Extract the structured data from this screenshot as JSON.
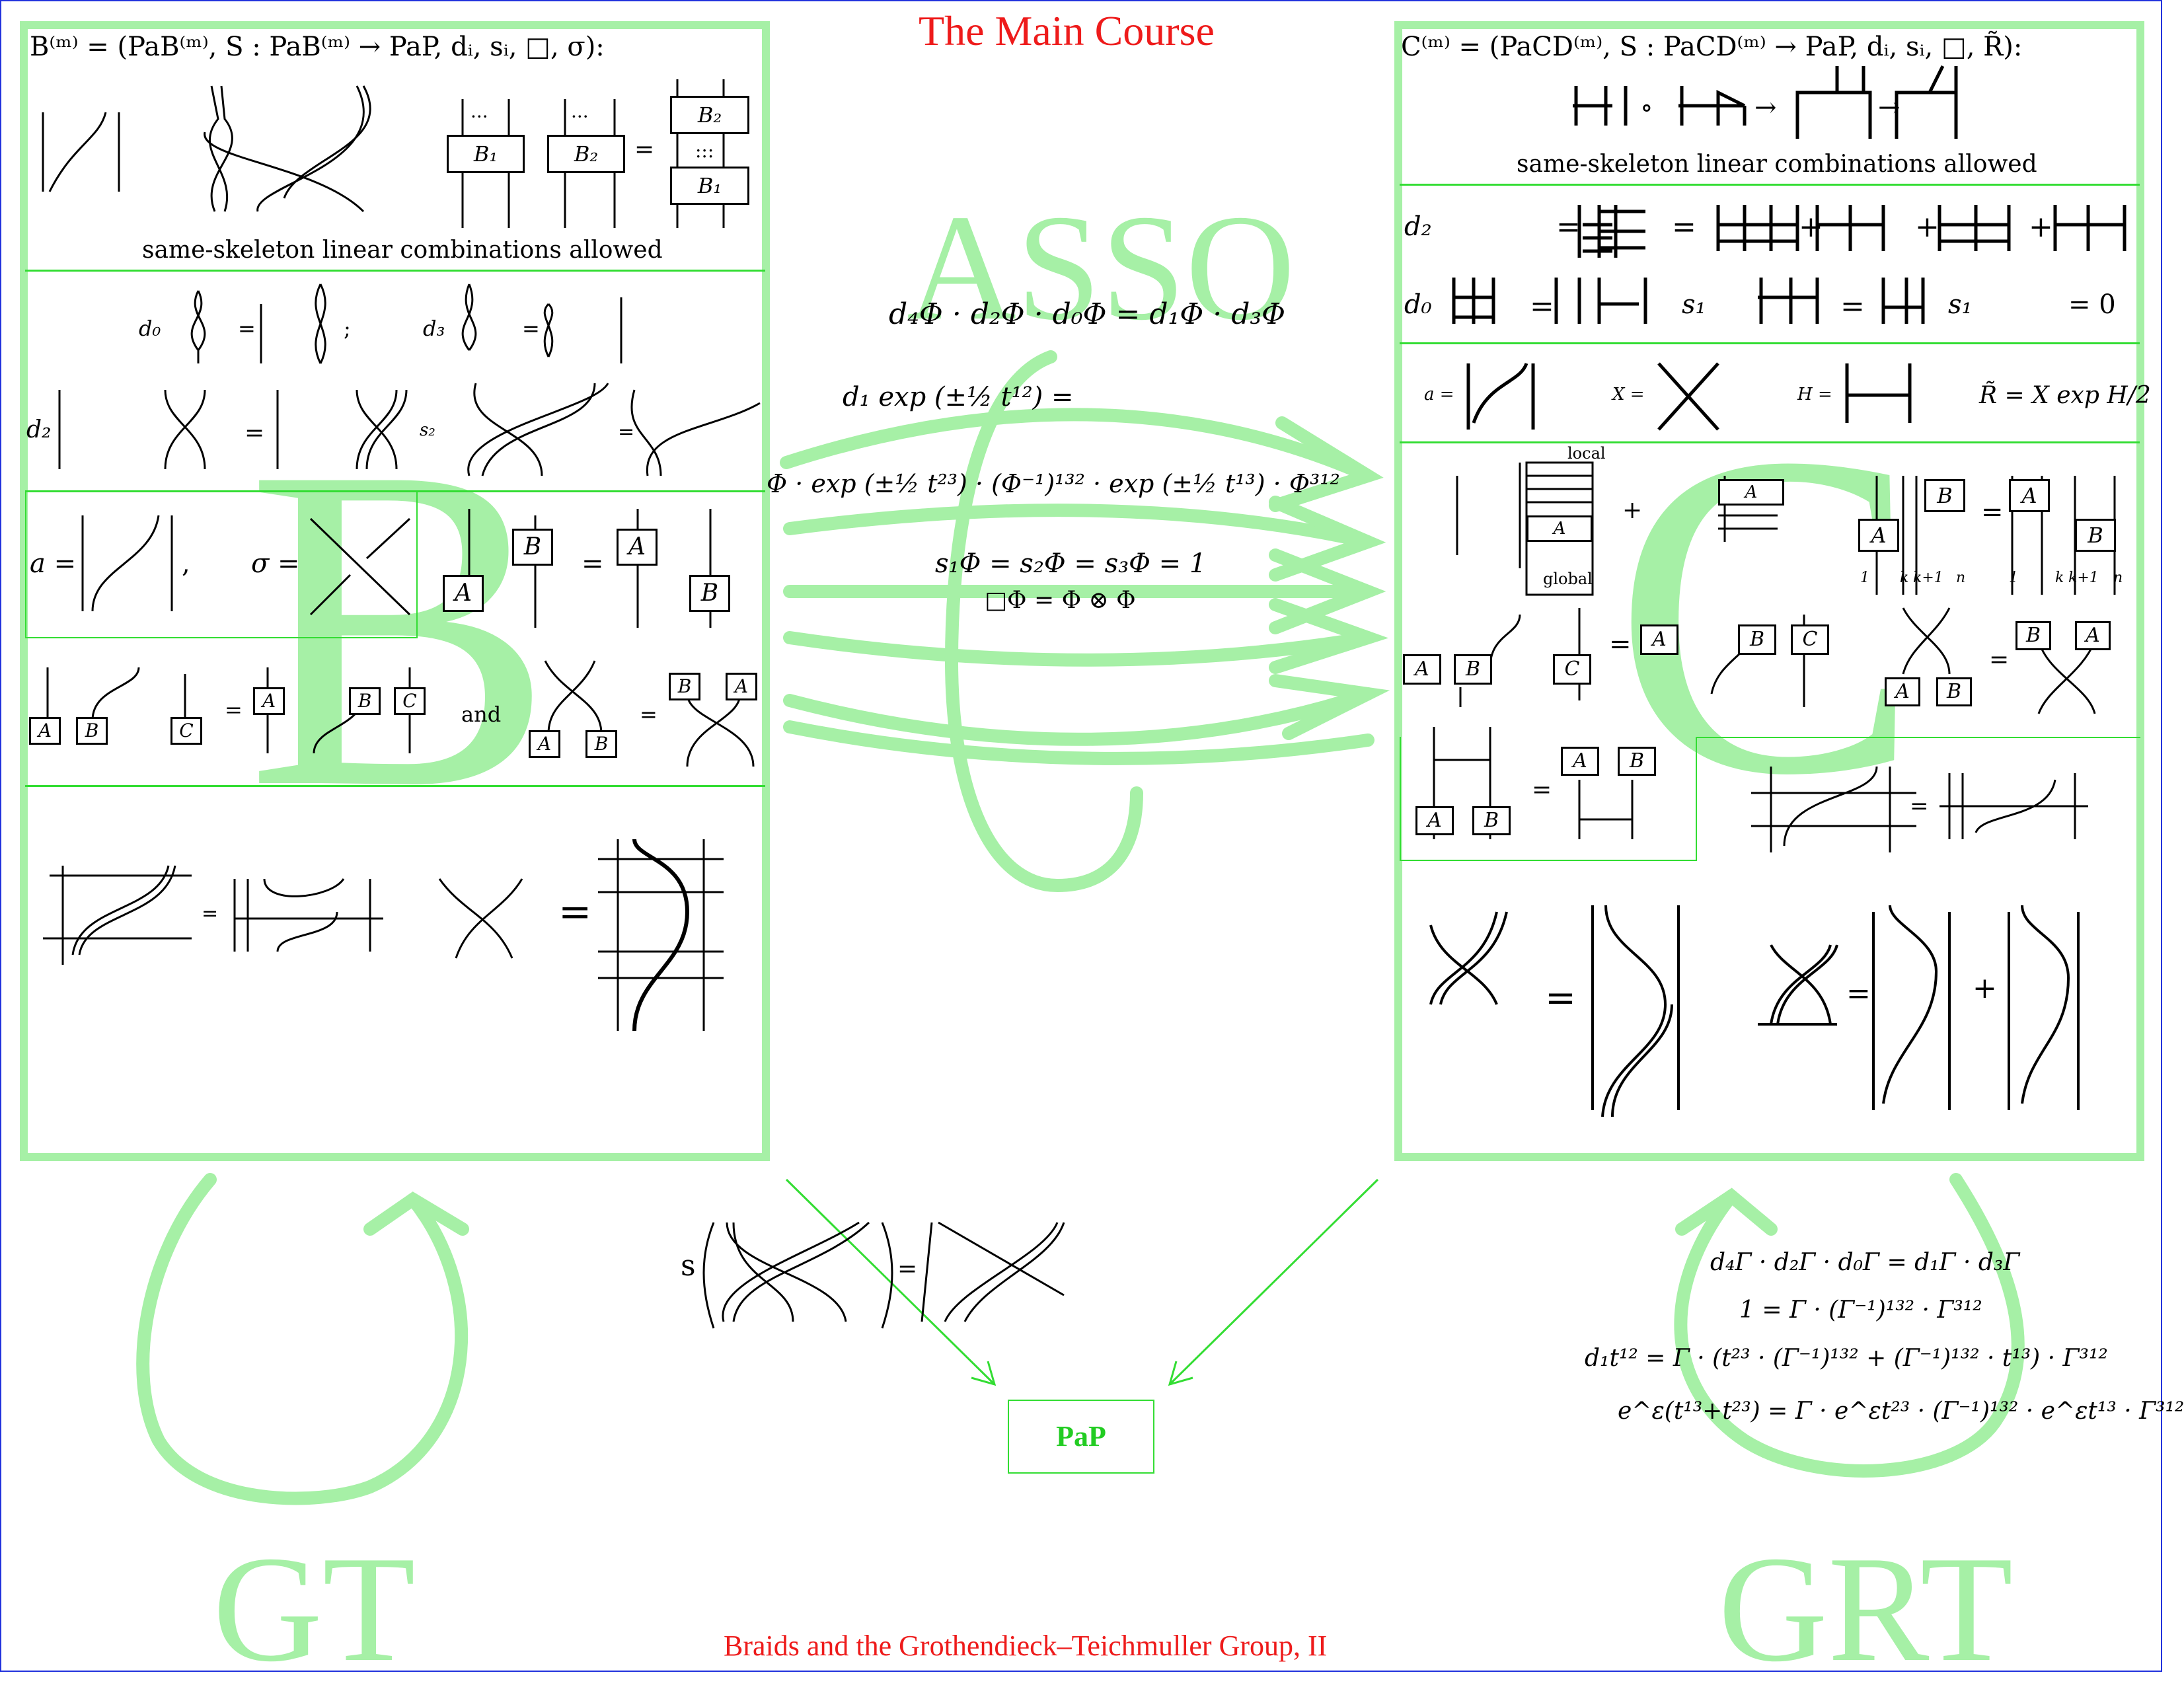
{
  "header": {
    "title": "The Main Course"
  },
  "footer": {
    "caption": "Braids and the Grothendieck–Teichmuller Group, II"
  },
  "colors": {
    "green_light": "#a6f0a6",
    "green": "#33dd33",
    "red": "#ee1b1b",
    "border": "#2233dd"
  },
  "big_letters": {
    "b": "B",
    "c": "C",
    "asso": "ASSO",
    "gt": "GT",
    "grt": "GRT"
  },
  "left_panel": {
    "definition": "B⁽ᵐ⁾ = (PaB⁽ᵐ⁾, S : PaB⁽ᵐ⁾ → PaP, dᵢ, sᵢ, □, σ):",
    "same_skeleton": "same-skeleton linear combinations allowed",
    "box_labels": {
      "b1": "B₁",
      "b2": "B₂",
      "dots": "···",
      "vdots": ":::"
    },
    "d0_label": "d₀",
    "d3_label": "d₃",
    "d2_label": "d₂",
    "s2_label": "s₂",
    "equals": "=",
    "semicolon": ";",
    "a_label": "a =",
    "comma": ",",
    "sigma_label": "σ =",
    "label_a": "A",
    "label_b": "B",
    "label_c": "C",
    "and": "and"
  },
  "middle": {
    "pentagon": "d₄Φ · d₂Φ · d₀Φ = d₁Φ · d₃Φ",
    "hexagon_lhs": "d₁ exp (±½ t¹²) =",
    "hexagon_rhs": "Φ · exp (±½ t²³) · (Φ⁻¹)¹³² · exp (±½ t¹³) · Φ³¹²",
    "units": "s₁Φ = s₂Φ = s₃Φ = 1",
    "coproduct": "□Φ = Φ ⊗ Φ",
    "s_label": "s",
    "equals": "=",
    "pap": "PaP"
  },
  "right_panel": {
    "definition": "C⁽ᵐ⁾ = (PaCD⁽ᵐ⁾, S : PaCD⁽ᵐ⁾ → PaP, dᵢ, sᵢ, □, R̃):",
    "same_skeleton": "same-skeleton linear combinations allowed",
    "d2_label": "d₂",
    "d0_label": "d₀",
    "s1_label": "s₁",
    "equals": "=",
    "plus": "+",
    "zero": "= 0",
    "circ": "∘",
    "arrow": "→",
    "a_def": "a =",
    "x_def": "X =",
    "h_def": "H =",
    "r_def": "R̃ = X exp H/2",
    "local": "local",
    "global": "global",
    "index_labels": [
      "1",
      "k",
      "k+1",
      "n"
    ],
    "label_a": "A",
    "label_b": "B",
    "label_c": "C"
  },
  "grt_equations": [
    "d₄Γ · d₂Γ · d₀Γ = d₁Γ · d₃Γ",
    "1 = Γ · (Γ⁻¹)¹³² · Γ³¹²",
    "d₁t¹² = Γ · (t²³ · (Γ⁻¹)¹³² + (Γ⁻¹)¹³² · t¹³) · Γ³¹²",
    "e^ε(t¹³+t²³) = Γ · e^εt²³ · (Γ⁻¹)¹³² · e^εt¹³ · Γ³¹²"
  ]
}
